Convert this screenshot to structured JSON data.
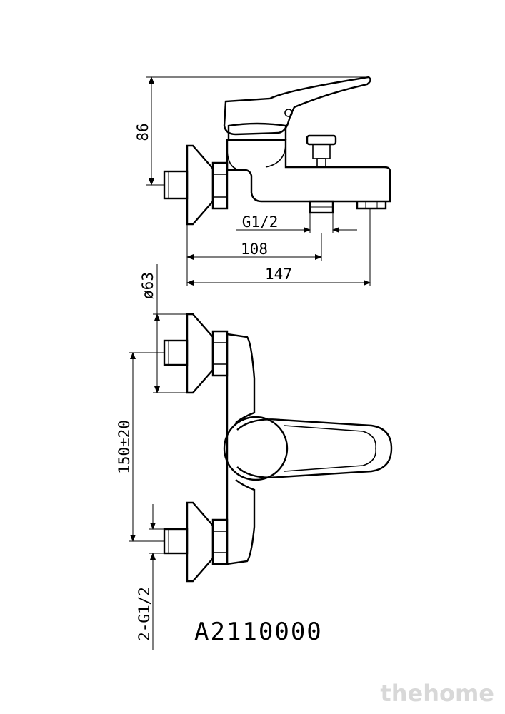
{
  "dimensions": {
    "height_top": "86",
    "thread_outlet": "G1/2",
    "spout_offset": "108",
    "total_length": "147",
    "flange_diameter": "ø63",
    "inlet_spacing": "150±20",
    "inlet_thread": "2-G1/2"
  },
  "model_number": "A2110000",
  "watermark": "thehome"
}
